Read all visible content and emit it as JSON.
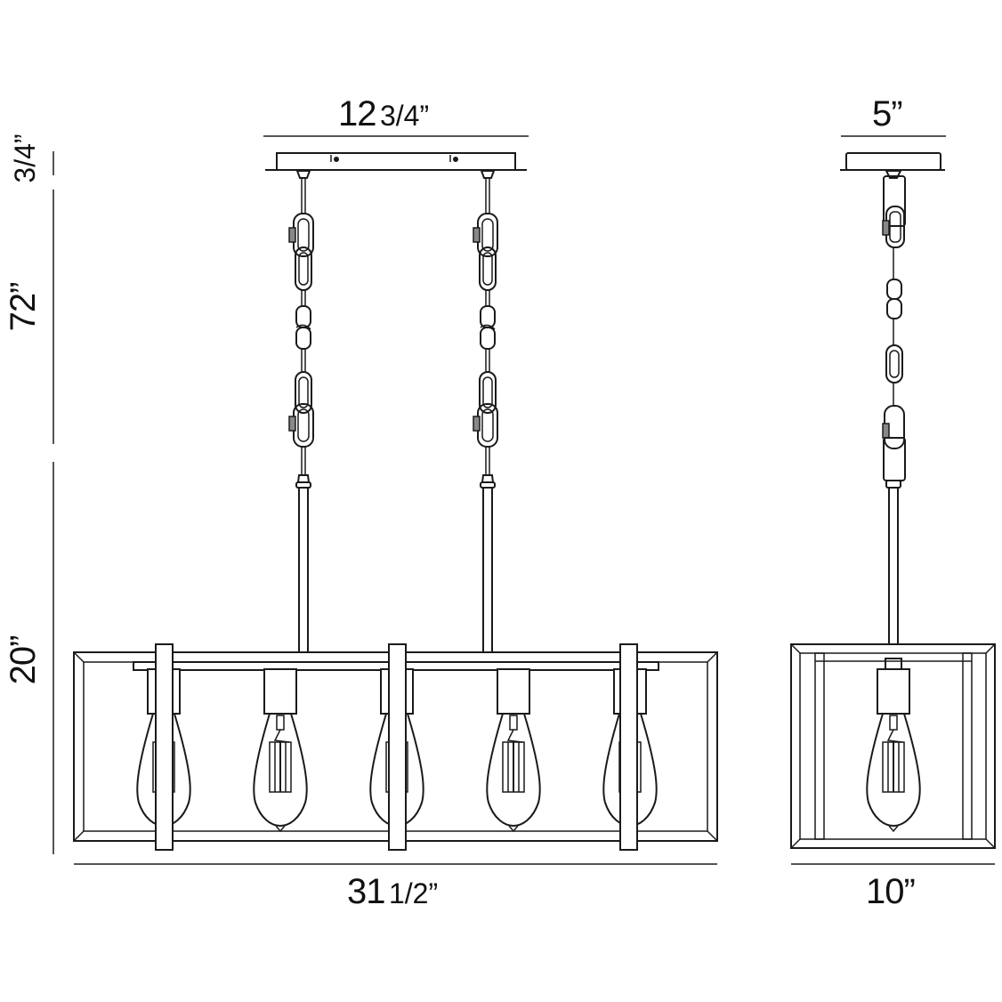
{
  "diagram": {
    "type": "product-dimension-drawing",
    "subject": "linear chandelier with rectangular frame and 5 exposed filament bulbs",
    "views": [
      "front",
      "side"
    ],
    "line_color": "#1a1a1a",
    "dimension_line_color": "#555555",
    "background": "#ffffff"
  },
  "dimensions": {
    "canopy_length": {
      "whole": "12",
      "fraction": "3/4”"
    },
    "canopy_depth": {
      "whole": "5”",
      "fraction": ""
    },
    "canopy_height": {
      "label": "3/4”"
    },
    "chain_height": {
      "label": "72”"
    },
    "body_height": {
      "label": "20”"
    },
    "body_length": {
      "whole": "31",
      "fraction": "1/2”"
    },
    "body_width": {
      "whole": "10”",
      "fraction": ""
    }
  },
  "front_view": {
    "bulbs": 5,
    "vertical_straps": 3,
    "chains": 2
  },
  "side_view": {
    "bulbs": 1,
    "chains": 1
  }
}
